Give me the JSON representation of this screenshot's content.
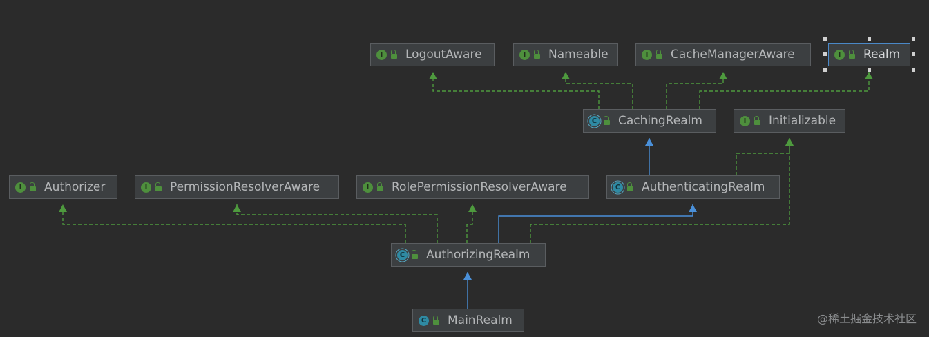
{
  "nodes": [
    {
      "id": "LogoutAware",
      "label": "LogoutAware",
      "kind": "interface",
      "kind_icon": "interface-icon",
      "selected": false
    },
    {
      "id": "Nameable",
      "label": "Nameable",
      "kind": "interface",
      "kind_icon": "interface-icon",
      "selected": false
    },
    {
      "id": "CacheManagerAware",
      "label": "CacheManagerAware",
      "kind": "interface",
      "kind_icon": "interface-icon",
      "selected": false
    },
    {
      "id": "Realm",
      "label": "Realm",
      "kind": "interface",
      "kind_icon": "interface-icon",
      "selected": true
    },
    {
      "id": "CachingRealm",
      "label": "CachingRealm",
      "kind": "abstract-class",
      "kind_icon": "abstract-class-icon",
      "selected": false
    },
    {
      "id": "Initializable",
      "label": "Initializable",
      "kind": "interface",
      "kind_icon": "interface-icon",
      "selected": false
    },
    {
      "id": "Authorizer",
      "label": "Authorizer",
      "kind": "interface",
      "kind_icon": "interface-icon",
      "selected": false
    },
    {
      "id": "PermissionResolverAware",
      "label": "PermissionResolverAware",
      "kind": "interface",
      "kind_icon": "interface-icon",
      "selected": false
    },
    {
      "id": "RolePermissionResolverAware",
      "label": "RolePermissionResolverAware",
      "kind": "interface",
      "kind_icon": "interface-icon",
      "selected": false
    },
    {
      "id": "AuthenticatingRealm",
      "label": "AuthenticatingRealm",
      "kind": "abstract-class",
      "kind_icon": "abstract-class-icon",
      "selected": false
    },
    {
      "id": "AuthorizingRealm",
      "label": "AuthorizingRealm",
      "kind": "abstract-class",
      "kind_icon": "abstract-class-icon",
      "selected": false
    },
    {
      "id": "MainRealm",
      "label": "MainRealm",
      "kind": "class",
      "kind_icon": "class-icon",
      "selected": false
    }
  ],
  "edges": [
    {
      "from": "CachingRealm",
      "to": "LogoutAware",
      "type": "implements"
    },
    {
      "from": "CachingRealm",
      "to": "Nameable",
      "type": "implements"
    },
    {
      "from": "CachingRealm",
      "to": "CacheManagerAware",
      "type": "implements"
    },
    {
      "from": "CachingRealm",
      "to": "Realm",
      "type": "implements"
    },
    {
      "from": "AuthenticatingRealm",
      "to": "CachingRealm",
      "type": "extends"
    },
    {
      "from": "AuthenticatingRealm",
      "to": "Initializable",
      "type": "implements"
    },
    {
      "from": "AuthorizingRealm",
      "to": "Authorizer",
      "type": "implements"
    },
    {
      "from": "AuthorizingRealm",
      "to": "PermissionResolverAware",
      "type": "implements"
    },
    {
      "from": "AuthorizingRealm",
      "to": "RolePermissionResolverAware",
      "type": "implements"
    },
    {
      "from": "AuthorizingRealm",
      "to": "AuthenticatingRealm",
      "type": "extends"
    },
    {
      "from": "AuthorizingRealm",
      "to": "Initializable",
      "type": "implements"
    },
    {
      "from": "MainRealm",
      "to": "AuthorizingRealm",
      "type": "extends"
    }
  ],
  "colors": {
    "background": "#2b2b2b",
    "implements_edge": "#4e9a3e",
    "extends_edge": "#4a90d9",
    "selection": "#4a88c7"
  },
  "watermark": "@稀土掘金技术社区"
}
